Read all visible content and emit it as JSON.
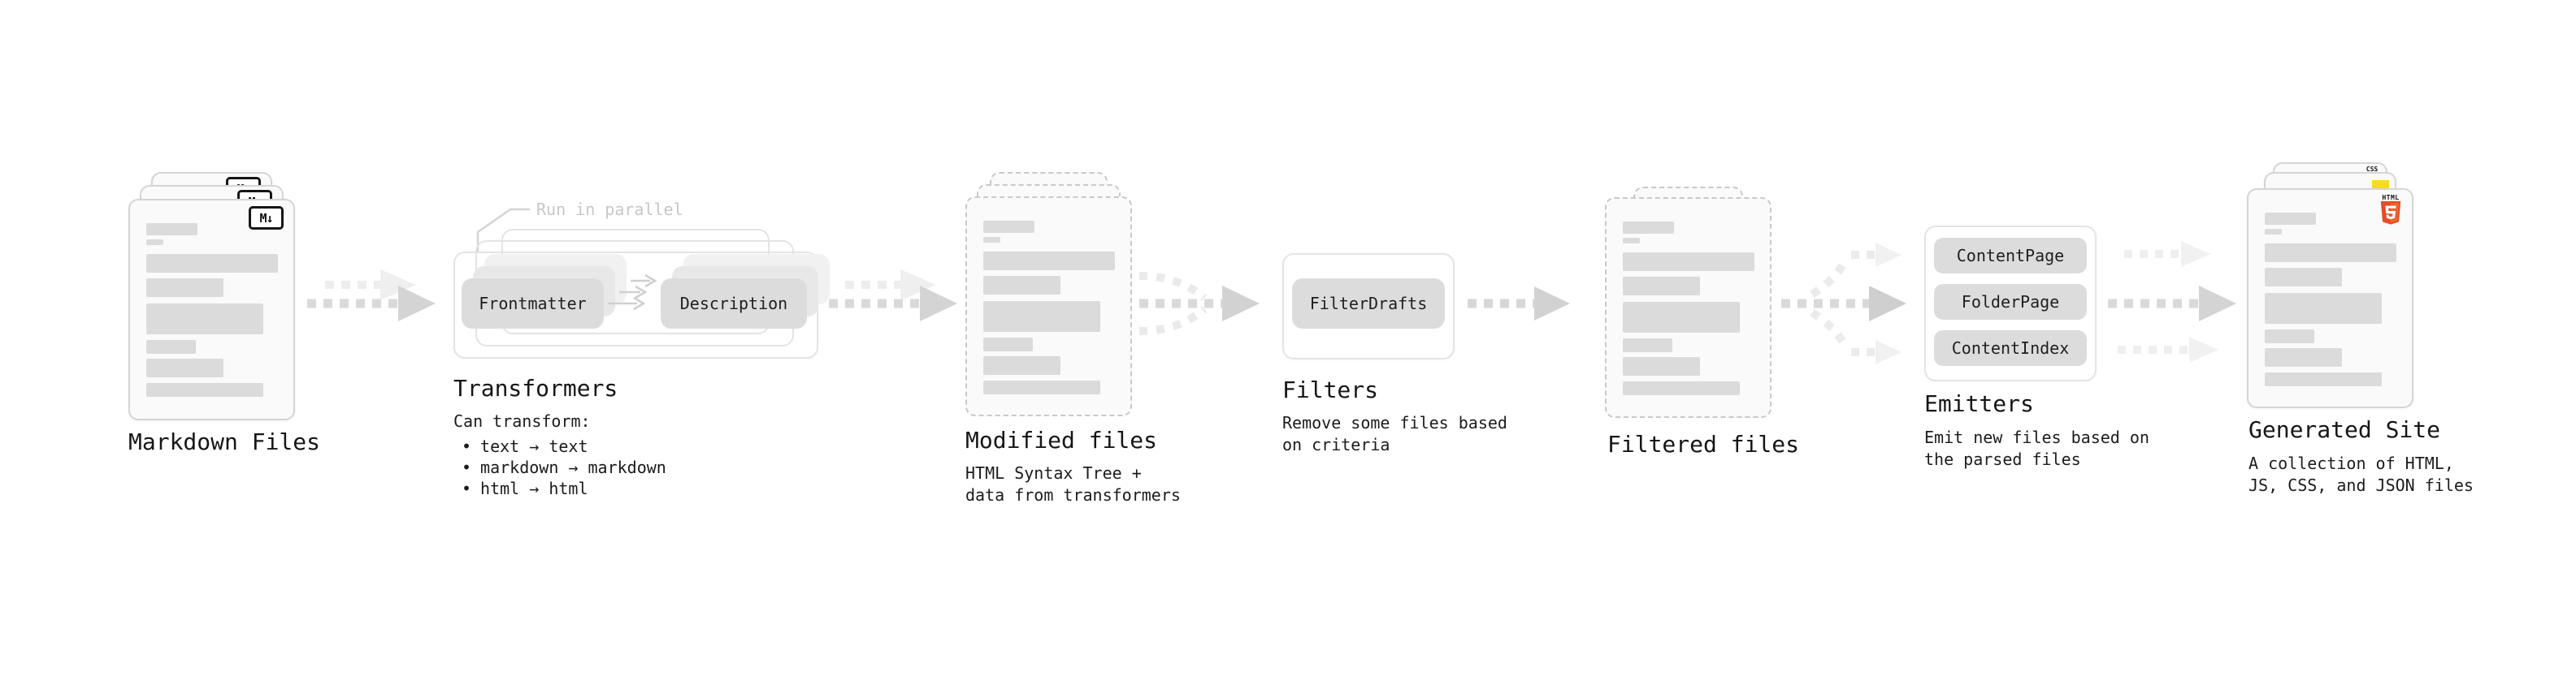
{
  "diagram": {
    "stages": {
      "markdown_files": {
        "label": "Markdown Files",
        "badge": "M↓"
      },
      "transformers": {
        "label": "Transformers",
        "note": "Run in parallel",
        "pill_left": "Frontmatter",
        "pill_right": "Description",
        "desc_title": "Can transform:",
        "bullet_char": "•",
        "bullets": [
          "text → text",
          "markdown → markdown",
          "html → html"
        ]
      },
      "modified_files": {
        "label": "Modified files",
        "desc": "HTML Syntax Tree +\ndata from transformers"
      },
      "filters": {
        "label": "Filters",
        "pill": "FilterDrafts",
        "desc": "Remove some files based\non criteria"
      },
      "filtered_files": {
        "label": "Filtered files"
      },
      "emitters": {
        "label": "Emitters",
        "pills": [
          "ContentPage",
          "FolderPage",
          "ContentIndex"
        ],
        "desc": "Emit new files based on\nthe parsed files"
      },
      "generated_site": {
        "label": "Generated Site",
        "desc": "A collection of HTML,\nJS, CSS, and JSON files",
        "html5_text": "HTML",
        "css_text": "CSS"
      }
    },
    "file_bars": [
      [
        63,
        15,
        5
      ],
      [
        21,
        7,
        11
      ],
      [
        162,
        23,
        7
      ],
      [
        95,
        23,
        8
      ],
      [
        144,
        38,
        7
      ],
      [
        61,
        17,
        6
      ],
      [
        95,
        23,
        7
      ],
      [
        144,
        17,
        0
      ]
    ],
    "colors": {
      "bar": "#dbdbdb",
      "pill": "#dcdcdc",
      "arrow_dark": "#d9d9d9",
      "arrow_faint": "#ededed",
      "js_yellow": "#f5de19",
      "css_blue": "#2962ff",
      "html5_orange": "#e44d26",
      "html5_orange_light": "#f16529"
    }
  }
}
